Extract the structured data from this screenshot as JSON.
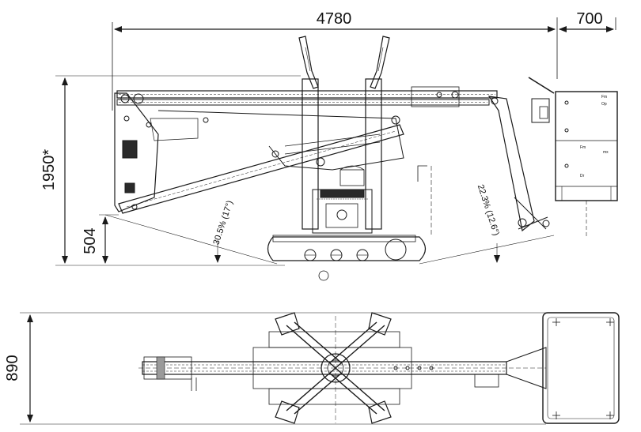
{
  "dimensions": {
    "overall_length": "4780",
    "basket_width": "700",
    "stowed_height": "1950*",
    "outrigger_height": "504",
    "track_width": "890"
  },
  "angles": {
    "front_slope": "30.5% (17°)",
    "rear_slope": "22.3% (12.6°)"
  },
  "basket_panel": {
    "label_1": "Fm",
    "label_2": "Op",
    "label_3": "Fm",
    "label_4": "mx",
    "label_5": "Dr"
  },
  "colors": {
    "line": "#1a1a1a",
    "background": "#ffffff",
    "fill_dark": "#2a2a2a",
    "fill_gray": "#9a9a9a"
  }
}
